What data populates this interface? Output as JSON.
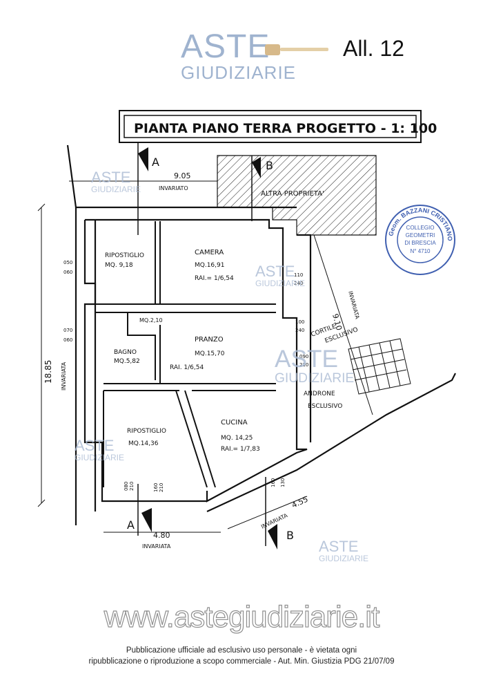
{
  "header": {
    "logo_top": "ASTE",
    "logo_bottom": "GIUDIZIARIE",
    "attachment_label": "All. 12"
  },
  "plan": {
    "title": "PIANTA PIANO TERRA PROGETTO - 1: 100",
    "section_a": "A",
    "section_b": "B",
    "dims": {
      "top_width": "9.05",
      "top_note": "INVARIATO",
      "neighbor": "ALTRA PROPRIETA'",
      "left_height": "18.85",
      "left_note": "INVARIATA",
      "right_height": "9.10",
      "right_note": "INVARIATA",
      "bottom_left": "4.80",
      "bottom_left_note": "INVARIATA",
      "bottom_right": "4.55",
      "bottom_right_note": "INVARIATA"
    },
    "rooms": [
      {
        "name": "RIPOSTIGLIO",
        "area": "MQ. 9,18",
        "rai": ""
      },
      {
        "name": "CAMERA",
        "area": "MQ.16,91",
        "rai": "RAI.= 1/6,54"
      },
      {
        "name": "BAGNO",
        "area": "MQ.5,82",
        "rai": ""
      },
      {
        "name": "",
        "area": "MQ.2,10",
        "rai": ""
      },
      {
        "name": "PRANZO",
        "area": "MQ.15,70",
        "rai": "RAI. 1/6,54"
      },
      {
        "name": "RIPOSTIGLIO",
        "area": "MQ.14,36",
        "rai": ""
      },
      {
        "name": "CUCINA",
        "area": "MQ. 14,25",
        "rai": "RAI.= 1/7,83"
      }
    ],
    "exterior": {
      "cortile_line1": "CORTILE",
      "cortile_line2": "ESCLUSIVO",
      "androne_line1": "ANDRONE",
      "androne_line2": "ESCLUSIVO"
    },
    "small_dims": [
      "050",
      "060",
      "070",
      "060",
      "110",
      "240",
      "100",
      "240",
      "090",
      "210",
      "080",
      "210",
      "160",
      "210",
      "160",
      "130"
    ]
  },
  "stamp": {
    "ring_text": "Geom. BAZZANI CRISTIANO",
    "line1": "COLLEGIO",
    "line2": "GEOMETRI",
    "line3": "DI BRESCIA",
    "line4": "N° 4710"
  },
  "watermarks": {
    "top": "ASTE",
    "bottom": "GIUDIZIARIE"
  },
  "website": "www.astegiudiziarie.it",
  "footer": {
    "line1": "Pubblicazione ufficiale ad esclusivo uso personale - è vietata ogni",
    "line2": "ripubblicazione o riproduzione a scopo commerciale - Aut. Min. Giustizia PDG 21/07/09"
  }
}
